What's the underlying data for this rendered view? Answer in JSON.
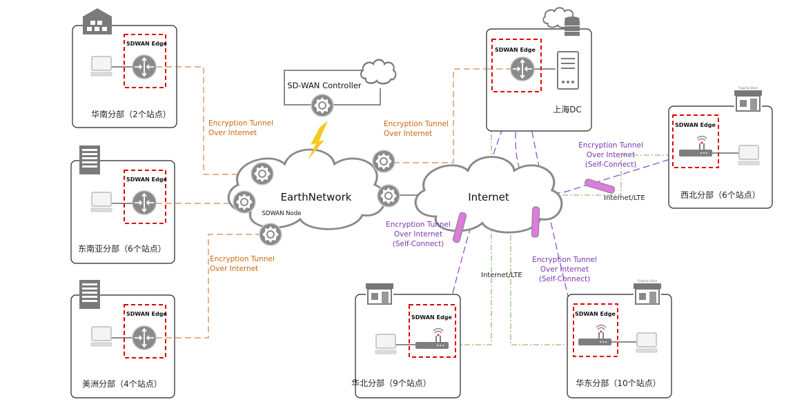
{
  "colors": {
    "tunnel_orange": "#d0844a",
    "tunnel_purple": "#8a3fc0",
    "lte_green": "#6ab04c",
    "edge_red": "#e00000",
    "pipe": "#de7bdc"
  },
  "sites": {
    "south_china": {
      "label": "华南分部（2个站点）",
      "edge": "SDWAN Edge",
      "icon": "warehouse-icon"
    },
    "southeast_asia": {
      "label": "东南亚分部（6个站点）",
      "edge": "SDWAN Edge",
      "icon": "office-building-icon"
    },
    "americas": {
      "label": "美洲分部（4个站点）",
      "edge": "SDWAN Edge",
      "icon": "office-building-icon"
    },
    "shanghai_dc": {
      "label": "上海DC",
      "edge": "SDWAN Edge",
      "icon": "cloud-database-icon"
    },
    "northwest": {
      "label": "西北分部（6个站点）",
      "edge": "SDWAN Edge",
      "icon": "flagship-store-icon",
      "store_sign": "Flagship Store"
    },
    "north_china": {
      "label": "华北分部（9个站点）",
      "edge": "SDWAN Edge",
      "icon": "store-icon"
    },
    "east_china": {
      "label": "华东分部（10个站点）",
      "edge": "SDWAN Edge",
      "icon": "flagship-store-icon",
      "store_sign": "Flagship Store"
    }
  },
  "controller": {
    "label": "SD-WAN Controller"
  },
  "earthnetwork": {
    "label": "EarthNetwork",
    "node_label": "SDWAN Node"
  },
  "internet": {
    "label": "Internet"
  },
  "tunnels": {
    "line1": "Encryption Tunnel",
    "line2": "Over Internet",
    "line3": "(Self-Connect)"
  },
  "lte_label": "Internet/LTE"
}
